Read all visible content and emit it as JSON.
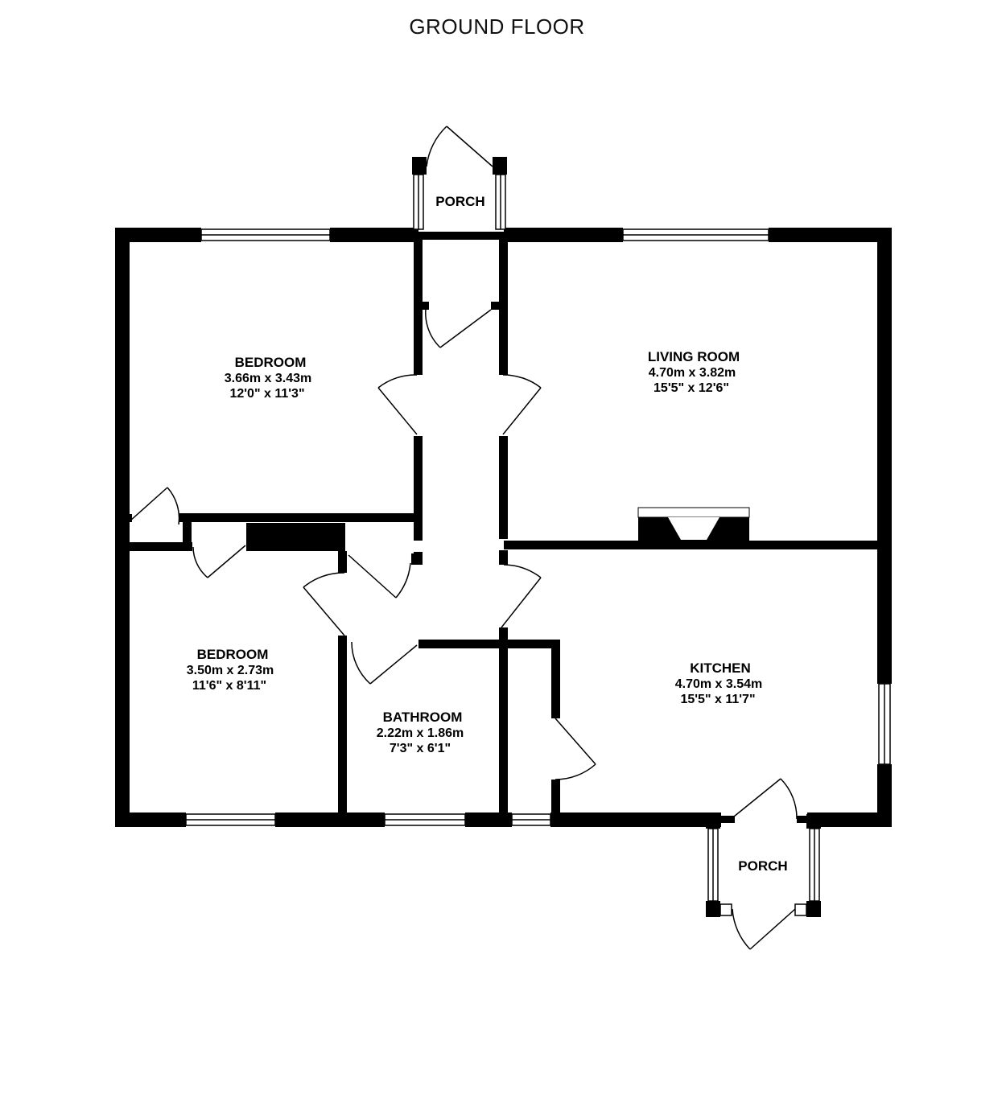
{
  "title": "GROUND FLOOR",
  "rooms": {
    "bedroom1": {
      "name": "BEDROOM",
      "metric": "3.66m  x 3.43m",
      "imperial": "12'0\"  x 11'3\""
    },
    "living": {
      "name": "LIVING ROOM",
      "metric": "4.70m  x 3.82m",
      "imperial": "15'5\"  x 12'6\""
    },
    "bedroom2": {
      "name": "BEDROOM",
      "metric": "3.50m  x 2.73m",
      "imperial": "11'6\"  x 8'11\""
    },
    "bathroom": {
      "name": "BATHROOM",
      "metric": "2.22m  x 1.86m",
      "imperial": "7'3\"  x 6'1\""
    },
    "kitchen": {
      "name": "KITCHEN",
      "metric": "4.70m  x 3.54m",
      "imperial": "15'5\"  x 11'7\""
    }
  },
  "porches": {
    "front": "PORCH",
    "back": "PORCH"
  },
  "colors": {
    "wall": "#000000",
    "window": "#ffffff",
    "line": "#000000"
  }
}
